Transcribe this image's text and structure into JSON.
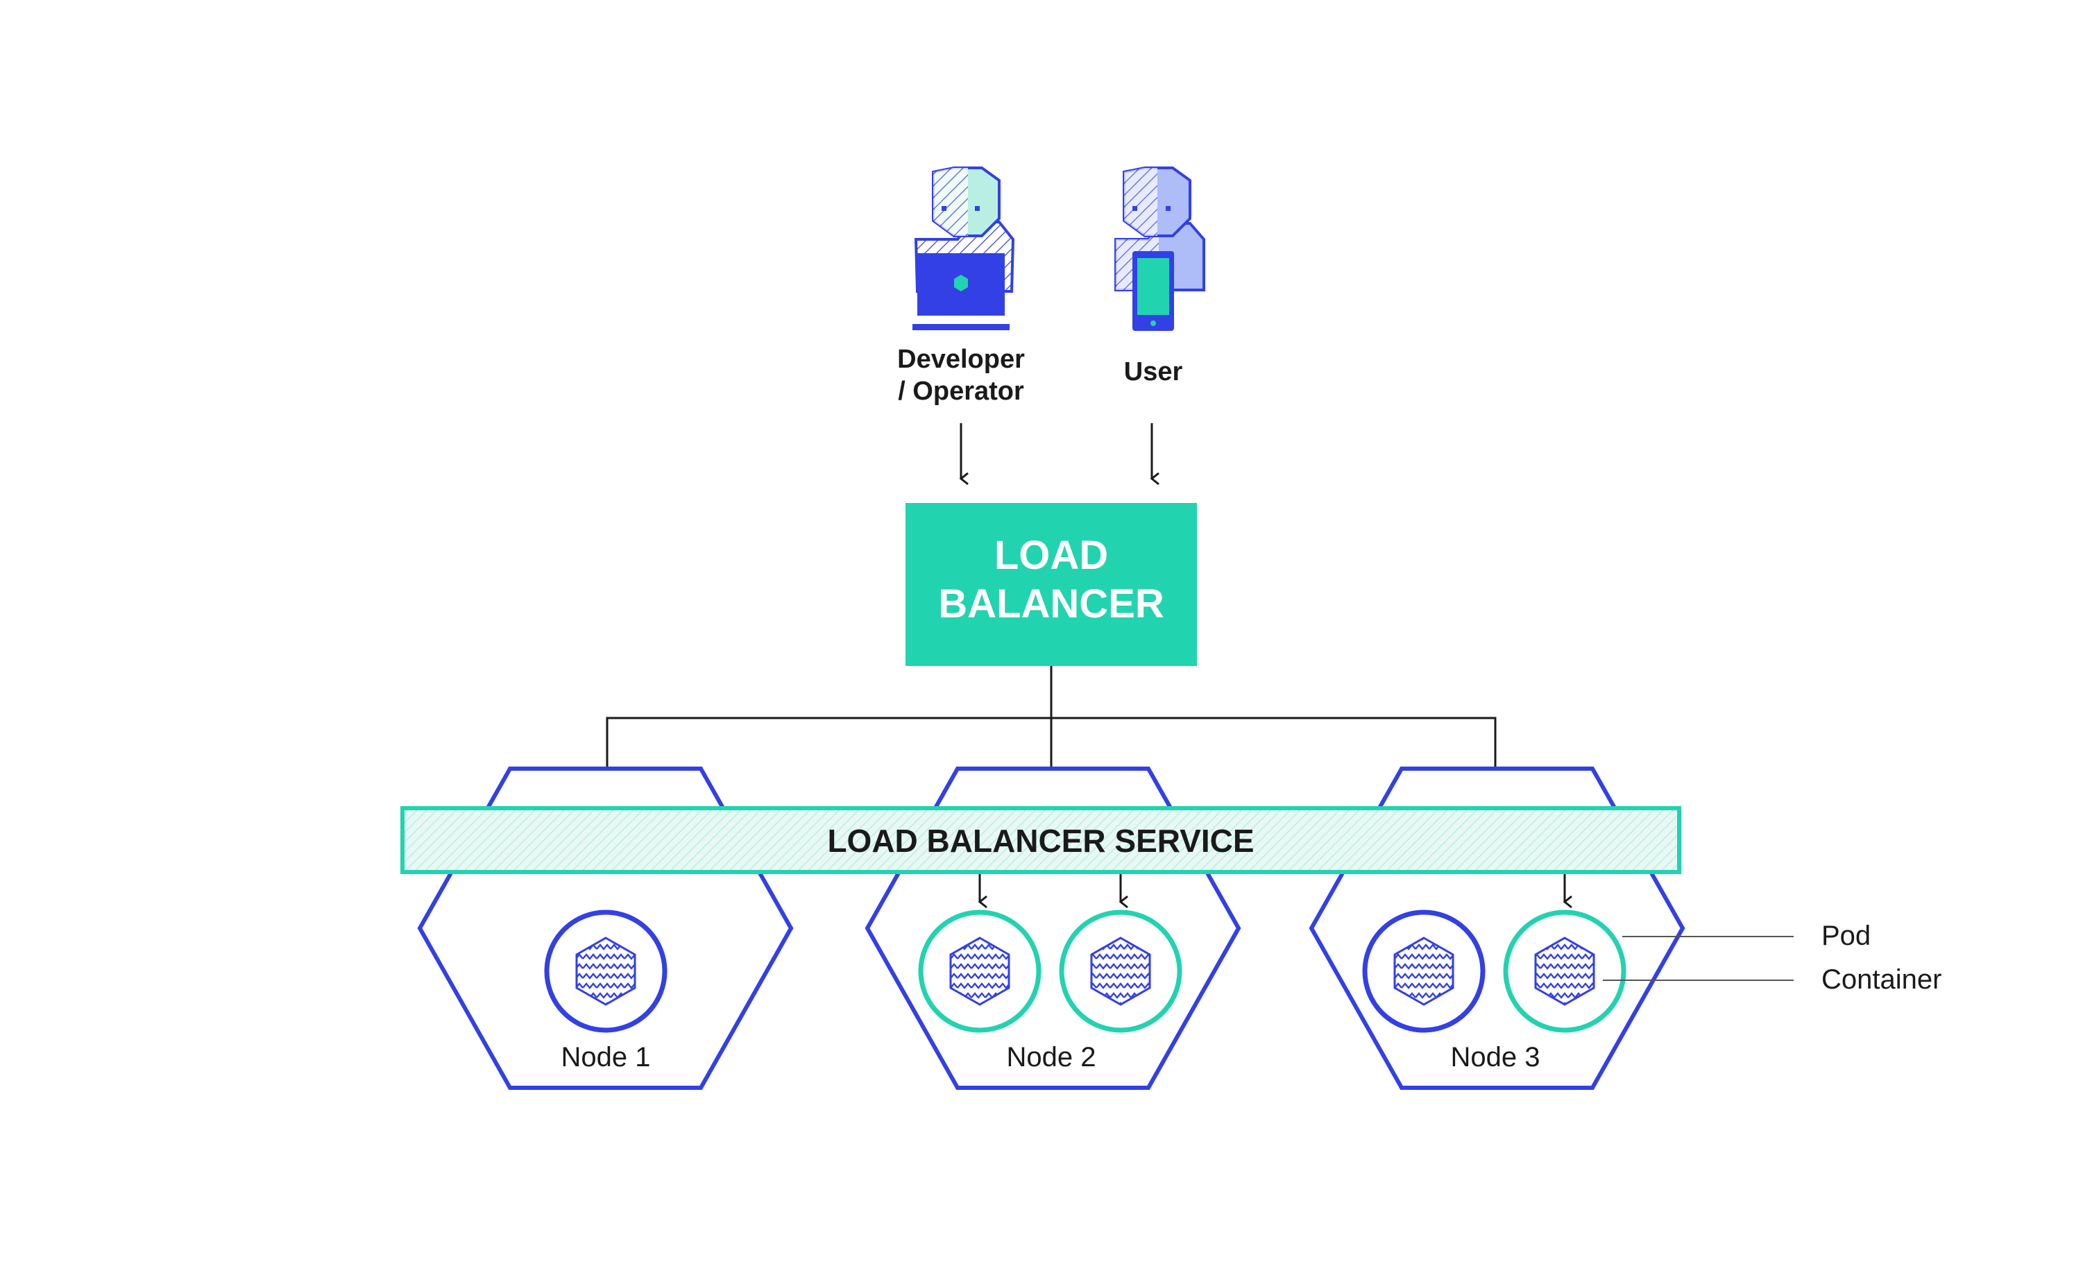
{
  "actors": [
    {
      "id": "developer",
      "label_lines": [
        "Developer",
        "/ Operator"
      ],
      "device": "laptop"
    },
    {
      "id": "user",
      "label_lines": [
        "User"
      ],
      "device": "phone"
    }
  ],
  "load_balancer": {
    "lines": [
      "LOAD",
      "BALANCER"
    ]
  },
  "service": {
    "label": "LOAD BALANCER SERVICE"
  },
  "nodes": [
    {
      "label": "Node 1",
      "pods": [
        "idle"
      ]
    },
    {
      "label": "Node 2",
      "pods": [
        "active",
        "active"
      ]
    },
    {
      "label": "Node 3",
      "pods": [
        "idle",
        "active"
      ]
    }
  ],
  "legend": {
    "pod": "Pod",
    "container": "Container"
  },
  "colors": {
    "blue": "#3240e6",
    "teal": "#22d3b0",
    "light_teal": "#b8efe2",
    "light_blue": "#aebcf7",
    "text": "#1a1a1a"
  }
}
